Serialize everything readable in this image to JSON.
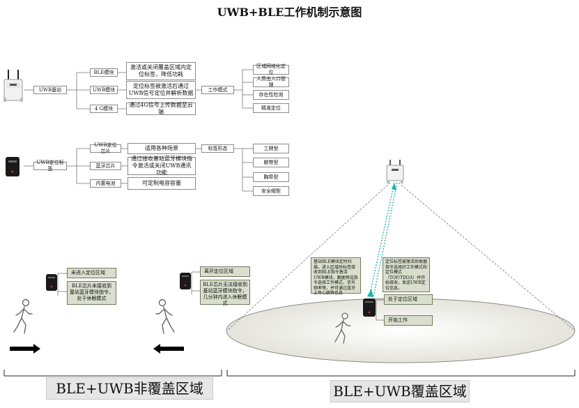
{
  "title": "UWB+BLE工作机制示意图",
  "station": {
    "root": "UWB基站",
    "modules": [
      {
        "name": "BLE模块",
        "desc": "激活或关闭覆盖区域内定位标签，降低功耗"
      },
      {
        "name": "UWB模块",
        "desc": "定位标签被激活后通过UWB信号定位并解析数据"
      },
      {
        "name": "4 G模块",
        "desc": "通过4G信号上传数据至云端"
      }
    ],
    "mode_label": "工作模式",
    "modes": [
      "区域网格化定位",
      "人员出入口管理",
      "存在性检测",
      "精准定位"
    ]
  },
  "tag": {
    "root": "UWB定位标签",
    "modules": [
      {
        "name": "UWB定位芯片",
        "desc": "适用各种场景"
      },
      {
        "name": "蓝牙芯片",
        "desc": "通过接收基站蓝牙模块指令激活或关闭UWB通讯功能"
      },
      {
        "name": "内置电池",
        "desc": "可定制电容容量"
      }
    ],
    "form_label": "标签形态",
    "forms": [
      "工牌型",
      "腕带型",
      "胸章型",
      "安全帽型"
    ]
  },
  "scenario1": {
    "status": "未进入定位区域",
    "note": "BLE芯片未接收到基站蓝牙模块指令，处于休眠模式"
  },
  "scenario2": {
    "status": "离开定位区域",
    "note": "BLE芯片无法接收到基站蓝牙模块指令，几分钟内进入休眠模式"
  },
  "scenario3": {
    "ble_note": "基站BLE模块定时扫描，进入区域后标签接收到BLE指令激活UWB模块，跟据预设指令选择工作模式，信号频率等，并可通过蓝牙上传心跳等信息",
    "uwb_note": "定位标签被激活后根据指令选择好工作模式和定位模式（TOF/TDOA）并开始接收，发送UWB定位信息。",
    "status": "处于定位区域",
    "action": "开始工作"
  },
  "zones": {
    "left": "BLE+UWB非覆盖区域",
    "right": "BLE+UWB覆盖区域"
  },
  "colors": {
    "note_bg": "#d9dfcc",
    "signal": "#19b3a6",
    "zone_bg": "#e6e6e6"
  }
}
